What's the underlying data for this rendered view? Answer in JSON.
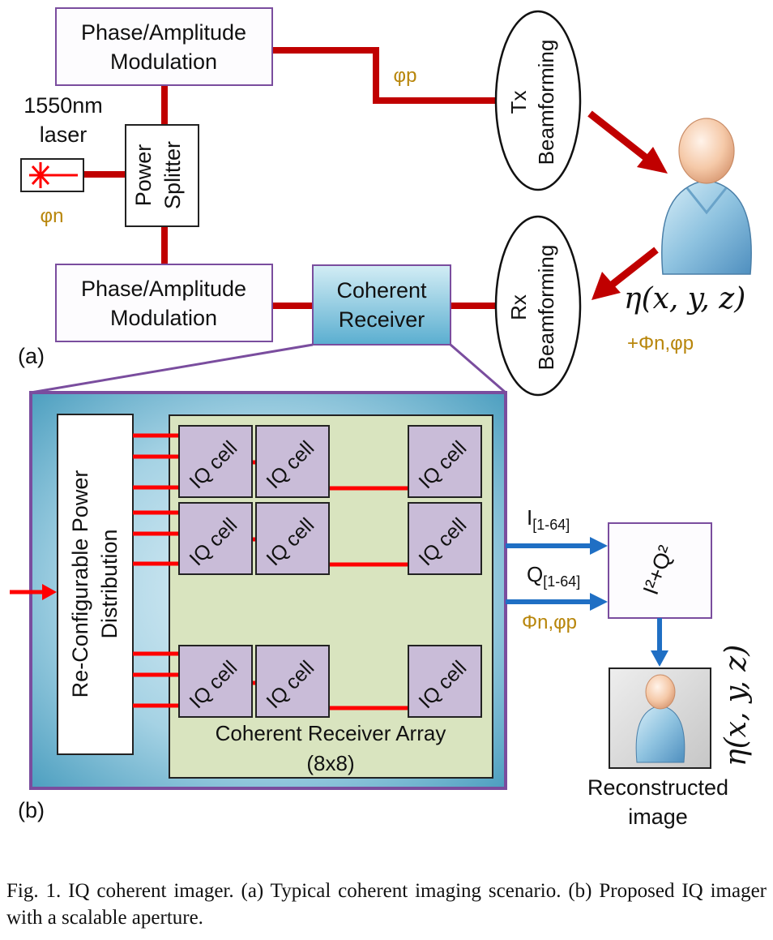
{
  "colors": {
    "link_red": "#c00000",
    "laser_red": "#ff0000",
    "output_blue": "#1f6fc4",
    "module_purple": "#7a4d9e",
    "iq_cell_fill": "#c9bcd8",
    "array_fill": "#d9e4bf",
    "panel_blue": "#4fa6c6",
    "label_gold": "#b8860b"
  },
  "icons": [
    "laser-icon",
    "person-icon",
    "reconstructed-person-icon"
  ],
  "part_a": {
    "label": "(a)",
    "top_modulation": {
      "line1": "Phase/Amplitude",
      "line2": "Modulation"
    },
    "bottom_modulation": {
      "line1": "Phase/Amplitude",
      "line2": "Modulation"
    },
    "laser": {
      "line1": "1550nm",
      "line2": "laser",
      "phase": "φn"
    },
    "splitter": {
      "line1": "Power",
      "line2": "Splitter"
    },
    "tx_phase": "φp",
    "tx_beamforming": {
      "line1": "Tx",
      "line2": "Beamforming"
    },
    "rx_beamforming": {
      "line1": "Rx",
      "line2": "Beamforming"
    },
    "coherent_receiver": {
      "line1": "Coherent",
      "line2": "Receiver"
    },
    "target_function": "η(x, y, z)",
    "received_phase": "+Φn,φp"
  },
  "part_b": {
    "label": "(b)",
    "power_distribution": {
      "line1": "Re-Configurable Power",
      "line2": "Distribution"
    },
    "iq_cell_label": "IQ cell",
    "array": {
      "line1": "Coherent Receiver Array",
      "line2": "(8x8)"
    },
    "i_output": "I[1-64]",
    "q_output": "Q[1-64]",
    "phase_output": "Φn,φp",
    "magnitude": "I²+Q²",
    "image_function": "η(x, y, z)",
    "reconstructed": {
      "line1": "Reconstructed",
      "line2": "image"
    }
  },
  "caption": {
    "text": "Fig. 1.   IQ coherent imager. (a) Typical coherent imaging scenario. (b) Proposed IQ imager with a scalable aperture."
  }
}
